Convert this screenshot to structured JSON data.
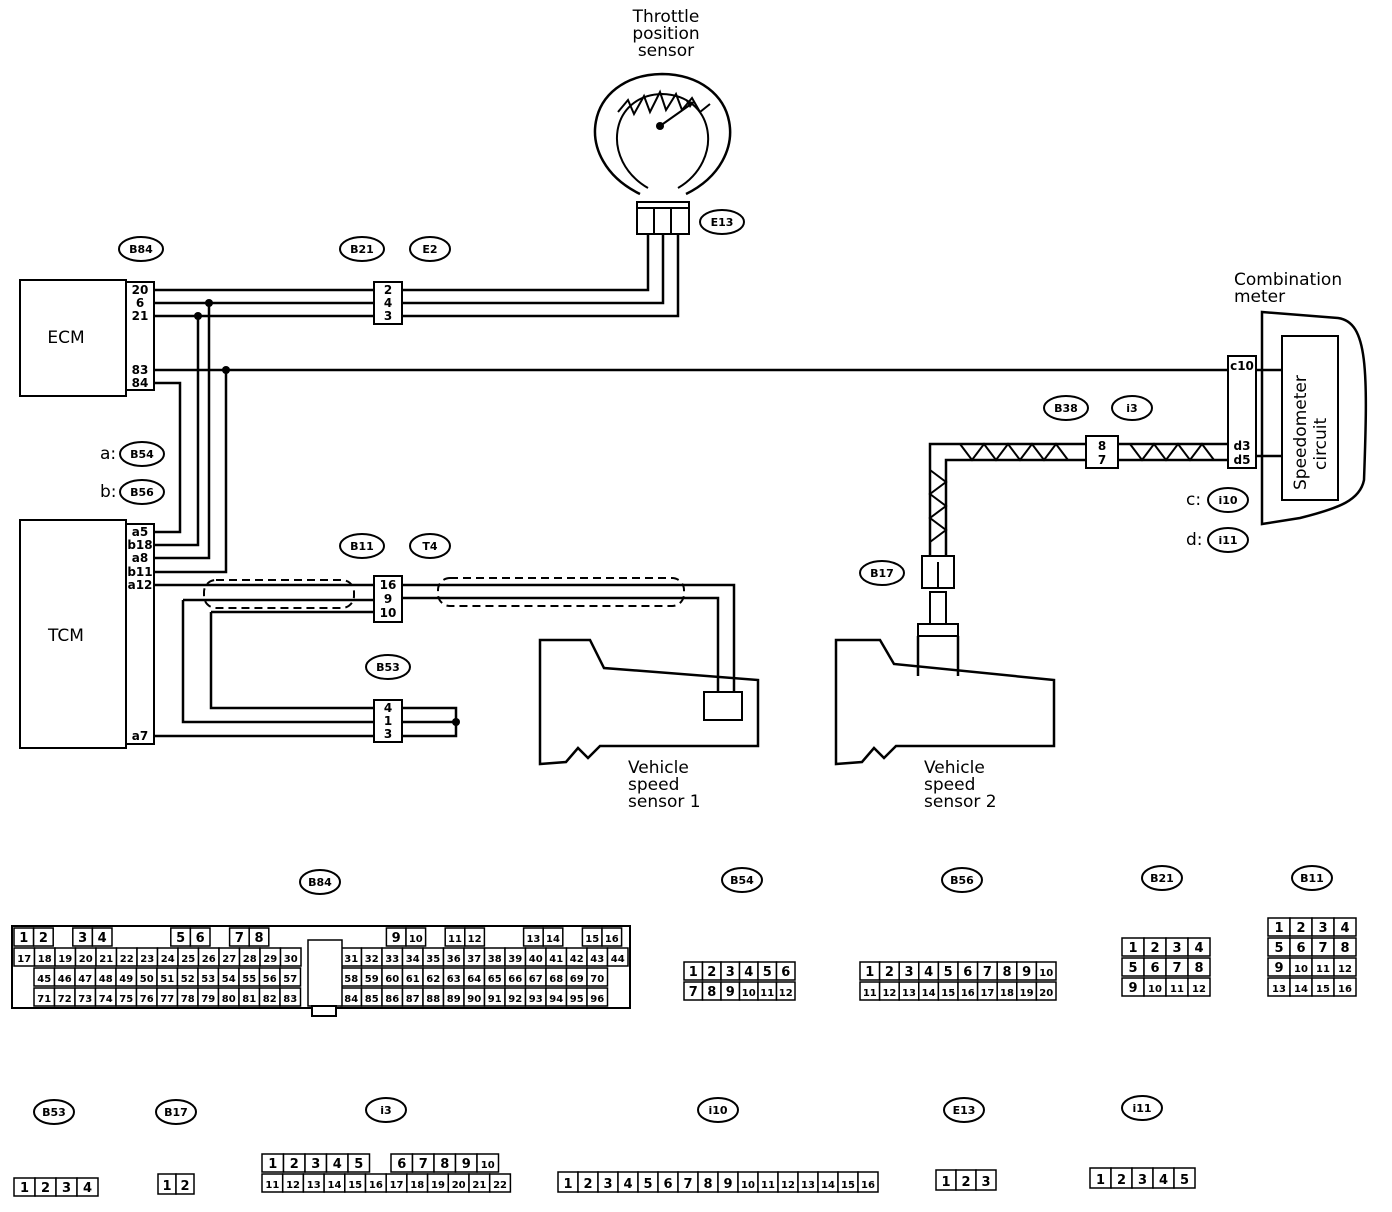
{
  "components": {
    "throttle_sensor": [
      "Throttle",
      "position",
      "sensor"
    ],
    "combination_meter": [
      "Combination",
      "meter"
    ],
    "speedometer_circuit": [
      "Speedometer",
      "circuit"
    ],
    "ecm": "ECM",
    "tcm": "TCM",
    "vss1": [
      "Vehicle",
      "speed",
      "sensor 1"
    ],
    "vss2": [
      "Vehicle",
      "speed",
      "sensor 2"
    ]
  },
  "connector_tags": {
    "b84": "B84",
    "b21": "B21",
    "e2": "E2",
    "e13": "E13",
    "b11": "B11",
    "t4": "T4",
    "b53": "B53",
    "b17": "B17",
    "b38": "B38",
    "i3": "i3",
    "b54": "B54",
    "b56": "B56",
    "i10": "i10",
    "i11": "i11"
  },
  "prefix_labels": {
    "a": "a:",
    "b": "b:",
    "c": "c:",
    "d": "d:"
  },
  "ecm_pins": [
    "20",
    "6",
    "21",
    "83",
    "84"
  ],
  "tcm_pins": [
    "a5",
    "b18",
    "a8",
    "b11",
    "a12",
    "a7"
  ],
  "meter_pins": [
    "c10",
    "d3",
    "d5"
  ],
  "b21_pins": [
    "2",
    "4",
    "3"
  ],
  "b11_pins": [
    "16",
    "9",
    "10"
  ],
  "b53_pins": [
    "4",
    "1",
    "3"
  ],
  "b38_pins": [
    "8",
    "7"
  ],
  "face_titles": {
    "b84": "B84",
    "b54": "B54",
    "b56": "B56",
    "b21": "B21",
    "b11": "B11",
    "b53": "B53",
    "b17": "B17",
    "i3": "i3",
    "i10": "i10",
    "e13": "E13",
    "i11": "i11"
  },
  "faces": {
    "b84_r1": [
      "1",
      "2",
      "",
      "3",
      "4",
      "",
      "",
      "",
      "5",
      "6",
      "",
      "7",
      "8",
      "",
      "",
      "",
      "",
      "",
      "",
      "9",
      "10",
      "",
      "11",
      "12",
      "",
      "",
      "13",
      "14",
      "",
      "15",
      "16"
    ],
    "b84_r2a": [
      "17",
      "18",
      "19",
      "20",
      "21",
      "22",
      "23",
      "24",
      "25",
      "26",
      "27",
      "28",
      "29",
      "30"
    ],
    "b84_r2b": [
      "31",
      "32",
      "33",
      "34",
      "35",
      "36",
      "37",
      "38",
      "39",
      "40",
      "41",
      "42",
      "43",
      "44"
    ],
    "b84_r3a": [
      "45",
      "46",
      "47",
      "48",
      "49",
      "50",
      "51",
      "52",
      "53",
      "54",
      "55",
      "56",
      "57"
    ],
    "b84_r3b": [
      "58",
      "59",
      "60",
      "61",
      "62",
      "63",
      "64",
      "65",
      "66",
      "67",
      "68",
      "69",
      "70"
    ],
    "b84_r4a": [
      "71",
      "72",
      "73",
      "74",
      "75",
      "76",
      "77",
      "78",
      "79",
      "80",
      "81",
      "82",
      "83"
    ],
    "b84_r4b": [
      "84",
      "85",
      "86",
      "87",
      "88",
      "89",
      "90",
      "91",
      "92",
      "93",
      "94",
      "95",
      "96"
    ],
    "b54_r1": [
      "1",
      "2",
      "3",
      "4",
      "5",
      "6"
    ],
    "b54_r2": [
      "7",
      "8",
      "9",
      "10",
      "11",
      "12"
    ],
    "b56_r1": [
      "1",
      "2",
      "3",
      "4",
      "5",
      "6",
      "7",
      "8",
      "9",
      "10"
    ],
    "b56_r2": [
      "11",
      "12",
      "13",
      "14",
      "15",
      "16",
      "17",
      "18",
      "19",
      "20"
    ],
    "b21_r1": [
      "1",
      "2",
      "3",
      "4"
    ],
    "b21_r2": [
      "5",
      "6",
      "7",
      "8"
    ],
    "b21_r3": [
      "9",
      "10",
      "11",
      "12"
    ],
    "b11_r1": [
      "1",
      "2",
      "3",
      "4"
    ],
    "b11_r2": [
      "5",
      "6",
      "7",
      "8"
    ],
    "b11_r3": [
      "9",
      "10",
      "11",
      "12"
    ],
    "b11_r4": [
      "13",
      "14",
      "15",
      "16"
    ],
    "b53_r1": [
      "1",
      "2",
      "3",
      "4"
    ],
    "b17_r1": [
      "1",
      "2"
    ],
    "i3_r1": [
      "1",
      "2",
      "3",
      "4",
      "5",
      "",
      "6",
      "7",
      "8",
      "9",
      "10"
    ],
    "i3_r2": [
      "11",
      "12",
      "13",
      "14",
      "15",
      "16",
      "17",
      "18",
      "19",
      "20",
      "21",
      "22"
    ],
    "i10_r1": [
      "1",
      "2",
      "3",
      "4",
      "5",
      "6",
      "7",
      "8",
      "9",
      "10",
      "11",
      "12",
      "13",
      "14",
      "15",
      "16"
    ],
    "e13_r1": [
      "1",
      "2",
      "3"
    ],
    "i11_r1": [
      "1",
      "2",
      "3",
      "4",
      "5"
    ]
  }
}
